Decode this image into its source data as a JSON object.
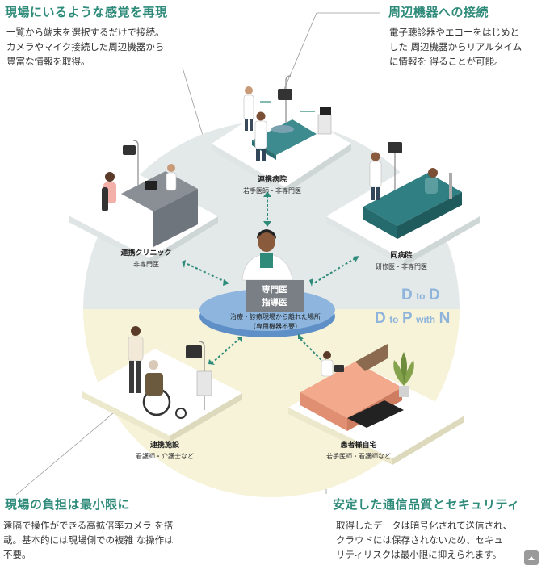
{
  "headings": {
    "top_left": "現場にいるような感覚を再現",
    "top_right": "周辺機器への接続",
    "bottom_left": "現場の負担は最小限に",
    "bottom_right": "安定した通信品質とセキュリティ"
  },
  "descriptions": {
    "top_left": [
      "一覧から端末を選択するだけで接続。",
      "カメラやマイク接続した周辺機器から",
      "豊富な情報を取得。"
    ],
    "top_right": [
      "電子聴診器やエコーをはじめと",
      "した 周辺機器からリアルタイム",
      "に情報を 得ることが可能。"
    ],
    "bottom_left": [
      "遠隔で操作ができる高拡倍率カメラ を搭",
      "載。基本的には現場側での複雑 な操作は",
      "不要。"
    ],
    "bottom_right": [
      "取得したデータは暗号化されて送信され、",
      "クラウドには保存されないため、セキュ",
      "リティリスクは最小限に抑えられます。"
    ]
  },
  "places": {
    "hospital": {
      "name": "連携病院",
      "sub": "若手医師・非専門医"
    },
    "clinic": {
      "name": "連携クリニック",
      "sub": "非専門医"
    },
    "same_hospital": {
      "name": "同病院",
      "sub": "研修医・非専門医"
    },
    "facility": {
      "name": "連携施設",
      "sub": "看護師・介護士など"
    },
    "home": {
      "name": "患者様自宅",
      "sub": "若手医師・看護師など"
    }
  },
  "center": {
    "box_line1": "専門医",
    "box_line2": "指導医",
    "caption_line1": "治療・診療現場から離れた場所",
    "caption_line2": "（専用機器不要）"
  },
  "tags": {
    "d_to_d": {
      "d1": "D",
      "to": "to",
      "d2": "D"
    },
    "d_to_p": {
      "d": "D",
      "to": "to",
      "p": "P",
      "with": "with",
      "n": "N"
    }
  },
  "colors": {
    "accent": "#2e8b7a",
    "circle_top": "#e3e8e8",
    "circle_bottom": "#f6f3d8",
    "center_disc": "#7fa9d6",
    "tag": "#8fb4dc",
    "teal_bed": "#2f7f83",
    "arrow": "#2e8b7a"
  },
  "icons": [
    "doctor-figure-icon",
    "monitor-stand-icon",
    "bed-icon",
    "wheelchair-icon",
    "plant-icon",
    "laptop-icon"
  ]
}
